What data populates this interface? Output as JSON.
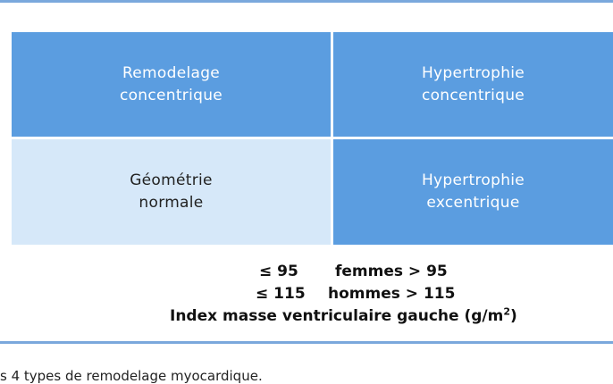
{
  "grid": {
    "top_left": {
      "line1": "Remodelage",
      "line2": "concentrique"
    },
    "top_right": {
      "line1": "Hypertrophie",
      "line2": "concentrique"
    },
    "bottom_left": {
      "line1": "Géométrie",
      "line2": "normale"
    },
    "bottom_right": {
      "line1": "Hypertrophie",
      "line2": "excentrique"
    }
  },
  "legend": {
    "row1_threshold": "≤ 95",
    "row1_label": "femmes > 95",
    "row2_threshold": "≤ 115",
    "row2_label": "hommes > 115",
    "axis_title": "Index masse ventriculaire gauche (g/m",
    "axis_title_sup": "2",
    "axis_title_end": ")"
  },
  "caption": "s 4 types de remodelage myocardique.",
  "colors": {
    "cell_dark": "#5b9de0",
    "cell_light": "#d6e8f9",
    "rule": "#7aa8dc"
  }
}
